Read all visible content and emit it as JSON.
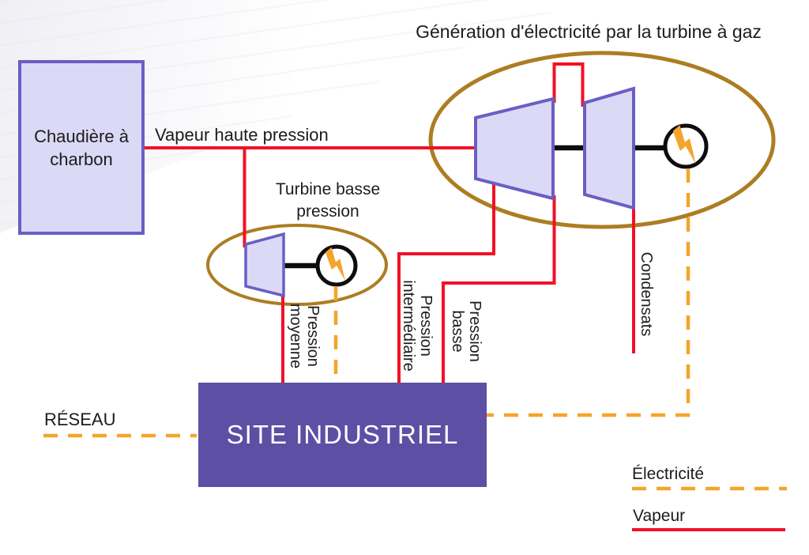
{
  "diagram": {
    "title": "Génération d'électricité par la turbine à gaz",
    "boiler": {
      "label": "Chaudière à charbon"
    },
    "steam_main_label": "Vapeur haute pression",
    "low_pressure_turbine": {
      "title": "Turbine basse pression"
    },
    "site": {
      "label": "SITE INDUSTRIEL"
    },
    "network": {
      "label": "RÉSEAU"
    },
    "flow_labels": {
      "pression_moyenne": {
        "line1": "Pression",
        "line2": "moyenne"
      },
      "pression_intermediaire": {
        "line1": "Pression",
        "line2": "intermédiaire"
      },
      "pression_basse": {
        "line1": "Pression",
        "line2": "basse"
      },
      "condensats": "Condensats"
    },
    "legend": {
      "electricity": "Électricité",
      "steam": "Vapeur"
    },
    "icons": {
      "generator": "lightning-bolt"
    },
    "colors": {
      "steam": "#F21126",
      "electricity": "#F5A42C",
      "ellipse": "#AC7D22",
      "component_fill": "#DBD9F5",
      "component_stroke": "#6A5EC5",
      "site_fill": "#5C4FA4"
    }
  }
}
